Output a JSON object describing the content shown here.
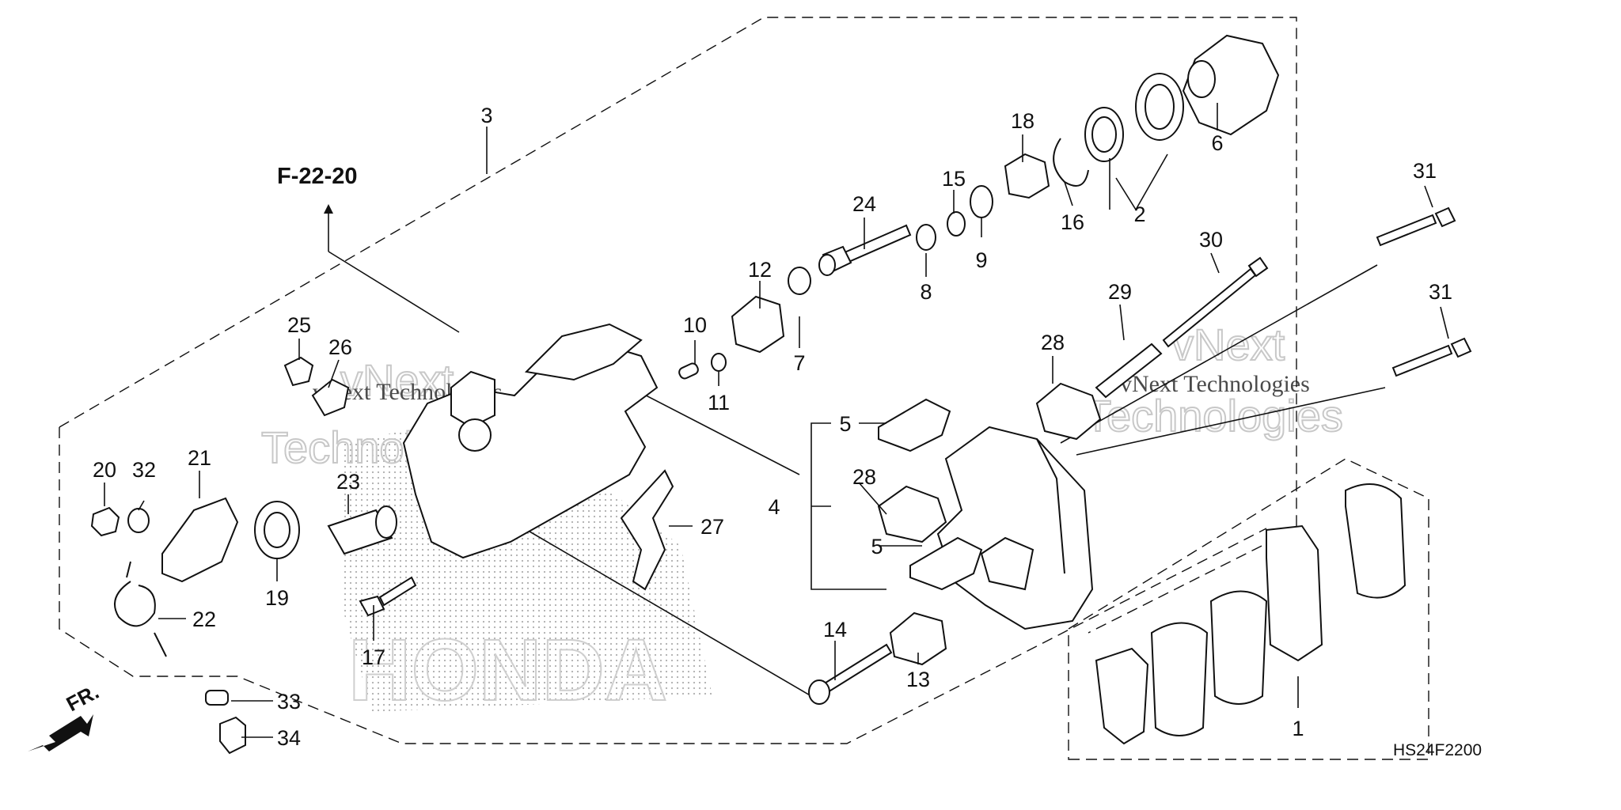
{
  "reference": "F-22-20",
  "diagram_code": "HS24F2200",
  "direction_label": "FR.",
  "callouts": [
    "1",
    "2",
    "3",
    "4",
    "5",
    "5",
    "6",
    "7",
    "8",
    "9",
    "10",
    "11",
    "12",
    "13",
    "14",
    "15",
    "16",
    "17",
    "18",
    "19",
    "20",
    "21",
    "22",
    "23",
    "24",
    "25",
    "26",
    "27",
    "28",
    "28",
    "29",
    "30",
    "31",
    "31",
    "32",
    "33",
    "34"
  ],
  "watermark": {
    "line1": "vNext",
    "line2": "Technologies",
    "caption": "vNext Technologies"
  },
  "logo_text": "HONDA",
  "icons": [
    "arrow-up-icon",
    "front-direction-arrow-icon"
  ]
}
